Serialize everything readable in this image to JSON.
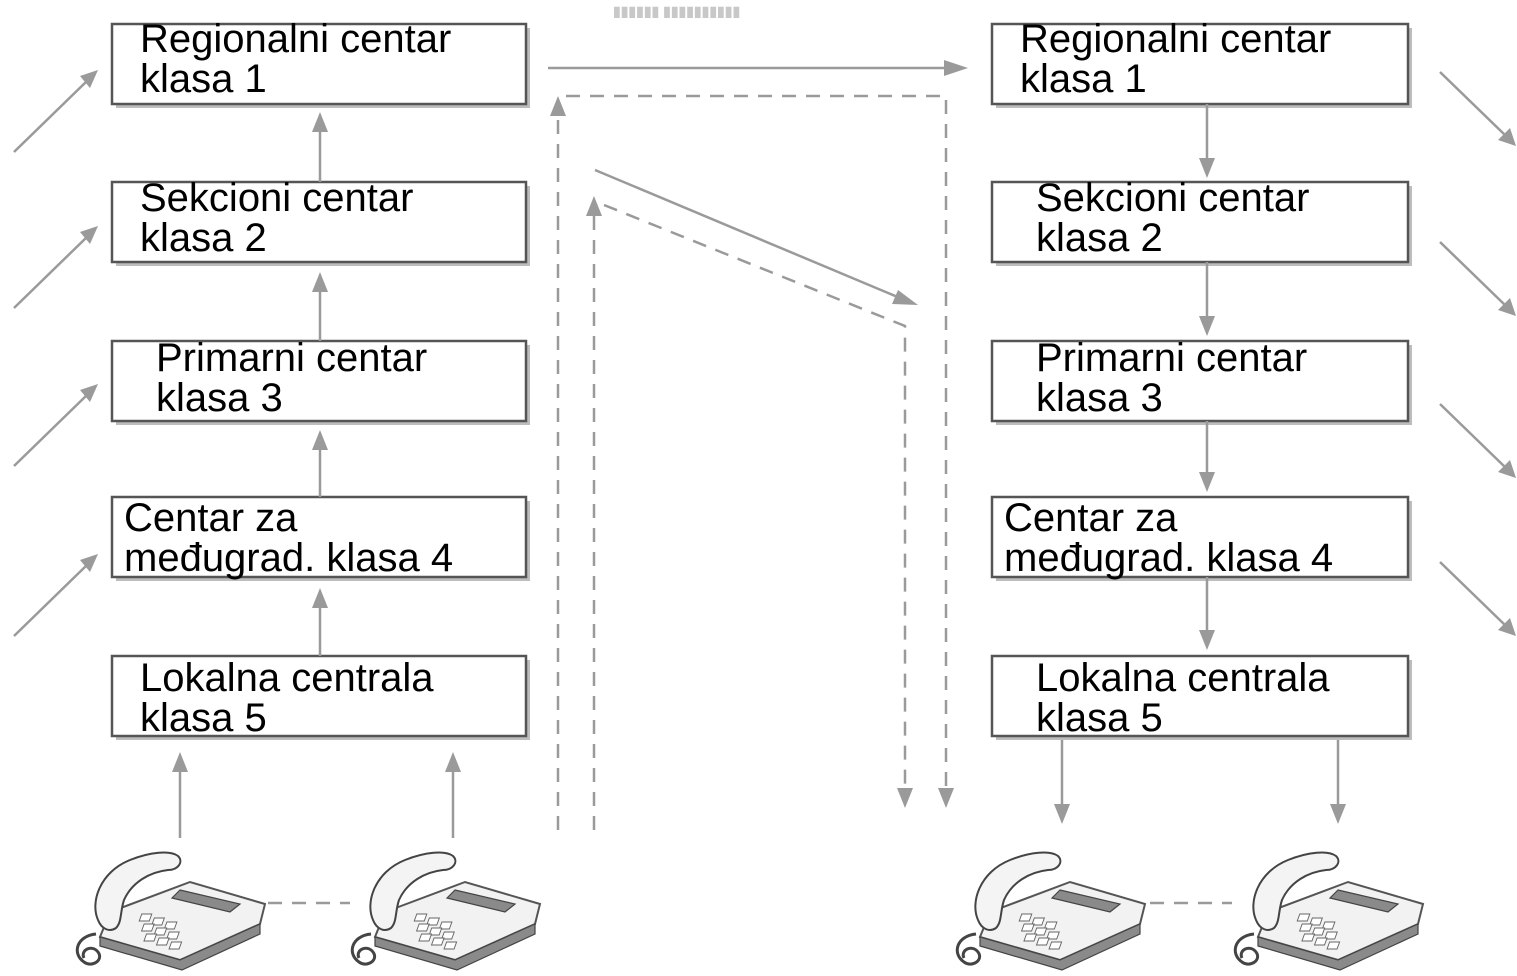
{
  "left_hierarchy": [
    {
      "line1": "Regionalni centar",
      "line2": "klasa 1"
    },
    {
      "line1": "Sekcioni centar",
      "line2": "klasa 2"
    },
    {
      "line1": "Primarni centar",
      "line2": "klasa 3"
    },
    {
      "line1": "Centar za",
      "line2": "međugrad. klasa 4"
    },
    {
      "line1": "Lokalna centrala",
      "line2": "klasa 5"
    }
  ],
  "right_hierarchy": [
    {
      "line1": "Regionalni centar",
      "line2": "klasa 1"
    },
    {
      "line1": "Sekcioni centar",
      "line2": "klasa 2"
    },
    {
      "line1": "Primarni centar",
      "line2": "klasa 3"
    },
    {
      "line1": "Centar za",
      "line2": "međugrad. klasa 4"
    },
    {
      "line1": "Lokalna centrala",
      "line2": "klasa 5"
    }
  ],
  "icons": {
    "telephone": "telephone-icon"
  },
  "colors": {
    "box_border": "#555555",
    "connector": "#9a9a9a",
    "text": "#000000"
  }
}
